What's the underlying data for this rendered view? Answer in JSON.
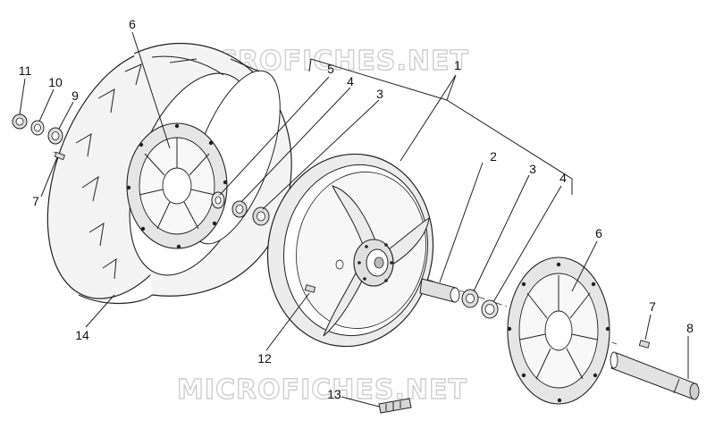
{
  "watermark": "MICROFICHES.NET",
  "callouts": {
    "c1": "1",
    "c2": "2",
    "c3a": "3",
    "c3b": "3",
    "c4a": "4",
    "c4b": "4",
    "c5": "5",
    "c6a": "6",
    "c6b": "6",
    "c7a": "7",
    "c7b": "7",
    "c8": "8",
    "c9": "9",
    "c10": "10",
    "c11": "11",
    "c12": "12",
    "c13": "13",
    "c14": "14"
  },
  "colors": {
    "line": "#222222",
    "tire_fill": "#f4f4f4",
    "rim_fill": "#ececec",
    "disc_fill": "#e6e6e6",
    "watermark": "#cfcfcf"
  }
}
